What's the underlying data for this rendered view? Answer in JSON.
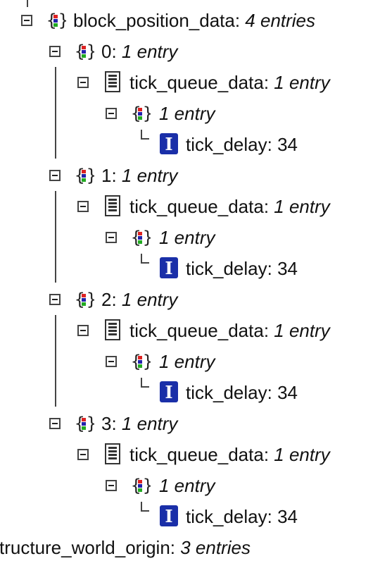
{
  "tree": {
    "root_partial": "tructure_world_origin",
    "root_partial_count": "3 entries",
    "block": {
      "key": "block_position_data",
      "count": "4 entries",
      "children": [
        {
          "key": "0",
          "count": "1 entry",
          "tq_key": "tick_queue_data",
          "tq_count": "1 entry",
          "comp_count": "1 entry",
          "leaf_key": "tick_delay",
          "leaf_val": "34"
        },
        {
          "key": "1",
          "count": "1 entry",
          "tq_key": "tick_queue_data",
          "tq_count": "1 entry",
          "comp_count": "1 entry",
          "leaf_key": "tick_delay",
          "leaf_val": "34"
        },
        {
          "key": "2",
          "count": "1 entry",
          "tq_key": "tick_queue_data",
          "tq_count": "1 entry",
          "comp_count": "1 entry",
          "leaf_key": "tick_delay",
          "leaf_val": "34"
        },
        {
          "key": "3",
          "count": "1 entry",
          "tq_key": "tick_queue_data",
          "tq_count": "1 entry",
          "comp_count": "1 entry",
          "leaf_key": "tick_delay",
          "leaf_val": "34"
        }
      ]
    }
  },
  "icons": {
    "compound": "compound-tag-icon",
    "list": "list-tag-icon",
    "int": "int-tag-icon"
  },
  "colors": {
    "int_icon_bg": "#1a2fa8",
    "tree_lines": "#444444"
  }
}
